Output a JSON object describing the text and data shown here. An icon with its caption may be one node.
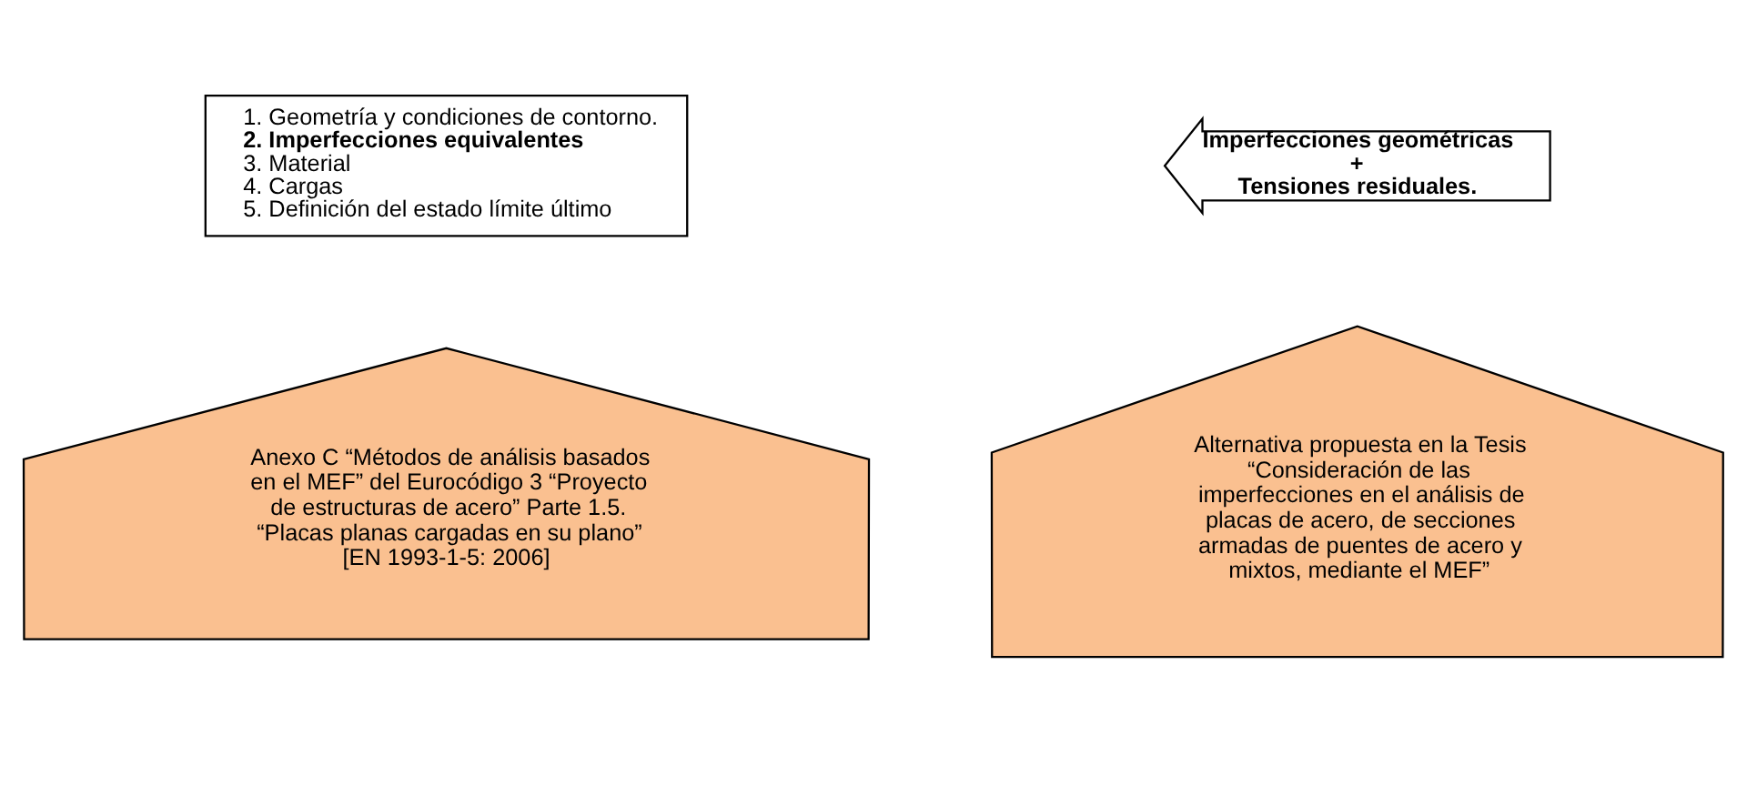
{
  "diagram": {
    "nodes": [
      {
        "text": [
          "1. Geometría y condiciones de contorno.",
          "**2. Imperfecciones equivalentes**",
          "3. Material",
          "4. Cargas",
          "5. Definición del estado límite último"
        ]
      },
      {
        "text": [
          "Imperfecciones geométricas",
          "+",
          "Tensiones residuales."
        ]
      },
      {
        "text": [
          "Anexo C “Métodos de análisis basados en el MEF” del Eurocódigo 3 “Proyecto de estructuras de acero” Parte 1.5. “Placas planas cargadas en su plano” [EN 1993-1-5: 2006]"
        ]
      },
      {
        "text": [
          "Alternativa propuesta en la Tesis “Consideración de las imperfecciones en el análisis de placas de acero, de secciones armadas de puentes de acero y mixtos, mediante el MEF”"
        ]
      }
    ],
    "edges": []
  }
}
